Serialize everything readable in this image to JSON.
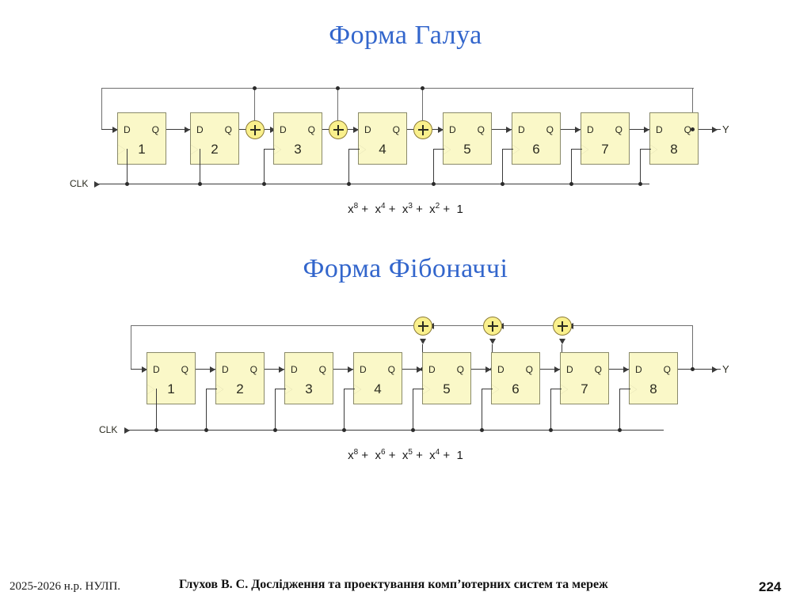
{
  "slide": {
    "page_number": "224"
  },
  "galois": {
    "title": "Форма Галуа",
    "clk_label": "CLK",
    "out_label": "Y",
    "d_label": "D",
    "q_label": "Q",
    "xor_symbol": "+",
    "flipflops": [
      {
        "num": "1"
      },
      {
        "num": "2"
      },
      {
        "num": "3"
      },
      {
        "num": "4"
      },
      {
        "num": "5"
      },
      {
        "num": "6"
      },
      {
        "num": "7"
      },
      {
        "num": "8"
      }
    ],
    "xor_count": 3,
    "xor_positions_after_ff": [
      2,
      3,
      4
    ],
    "polynomial_text": "x8 + x4 + x3 + x2 + 1",
    "polynomial_terms": [
      {
        "base": "x",
        "exp": "8"
      },
      {
        "base": "x",
        "exp": "4"
      },
      {
        "base": "x",
        "exp": "3"
      },
      {
        "base": "x",
        "exp": "2"
      },
      {
        "base": "1",
        "exp": ""
      }
    ]
  },
  "fibonacci": {
    "title": "Форма Фібоначчі",
    "clk_label": "CLK",
    "out_label": "Y",
    "d_label": "D",
    "q_label": "Q",
    "xor_symbol": "+",
    "flipflops": [
      {
        "num": "1"
      },
      {
        "num": "2"
      },
      {
        "num": "3"
      },
      {
        "num": "4"
      },
      {
        "num": "5"
      },
      {
        "num": "6"
      },
      {
        "num": "7"
      },
      {
        "num": "8"
      }
    ],
    "xor_count": 3,
    "xor_tap_from_ff": [
      4,
      5,
      6
    ],
    "polynomial_text": "x8 + x6 + x5 + x4 + 1",
    "polynomial_terms": [
      {
        "base": "x",
        "exp": "8"
      },
      {
        "base": "x",
        "exp": "6"
      },
      {
        "base": "x",
        "exp": "5"
      },
      {
        "base": "x",
        "exp": "4"
      },
      {
        "base": "1",
        "exp": ""
      }
    ]
  },
  "footer": {
    "left": "2025-2026 н.р. НУЛП.",
    "center": "Глухов В. С. Дослідження та проектування комп’ютерних систем та мереж",
    "page": "224"
  },
  "colors": {
    "title_blue": "#3366CC",
    "box_fill": "#FAF8C8",
    "box_border": "#8a8a6a",
    "xor_fill": "#FAF08C",
    "xor_border": "#8a7a35",
    "wire": "#3a3a3a"
  }
}
